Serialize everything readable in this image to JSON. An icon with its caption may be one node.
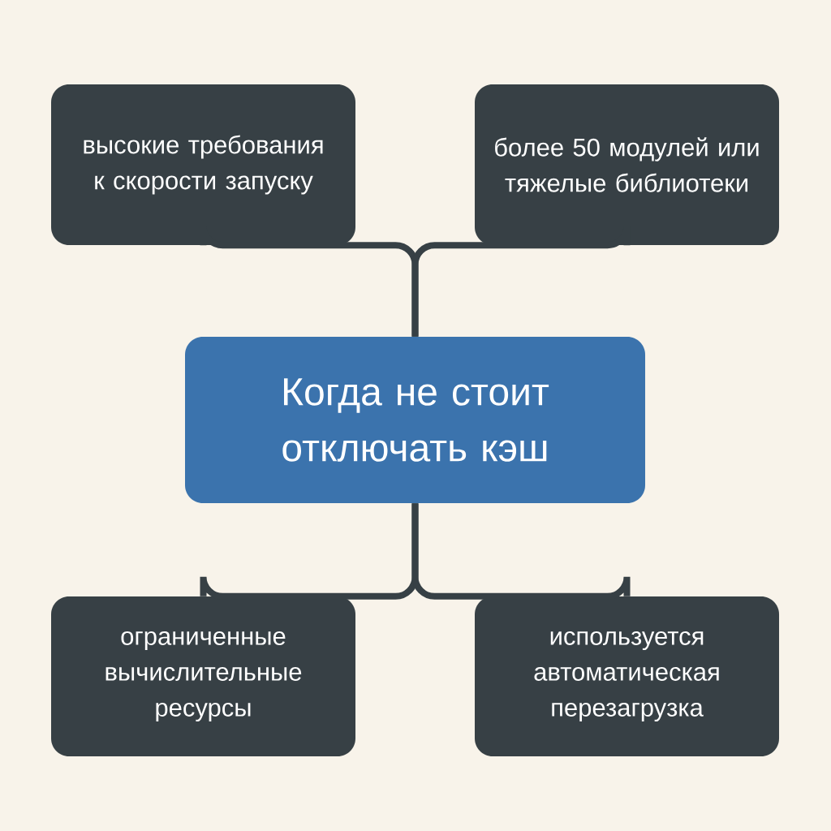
{
  "diagram": {
    "nodes": [
      {
        "text": [
          "Когда не стоит отключать кэш"
        ]
      },
      {
        "text": [
          "высокие требования к скорости запуску"
        ]
      },
      {
        "text": [
          "более 50 модулей или тяжелые библиотеки"
        ]
      },
      {
        "text": [
          "ограниченные вычислительные ресурсы"
        ]
      },
      {
        "text": [
          "используется автоматическая перезагрузка"
        ]
      }
    ],
    "edges": [
      {
        "from": 0,
        "to": 1,
        "arrow": "none"
      },
      {
        "from": 0,
        "to": 2,
        "arrow": "none"
      },
      {
        "from": 0,
        "to": 3,
        "arrow": "none"
      },
      {
        "from": 0,
        "to": 4,
        "arrow": "none"
      }
    ]
  }
}
